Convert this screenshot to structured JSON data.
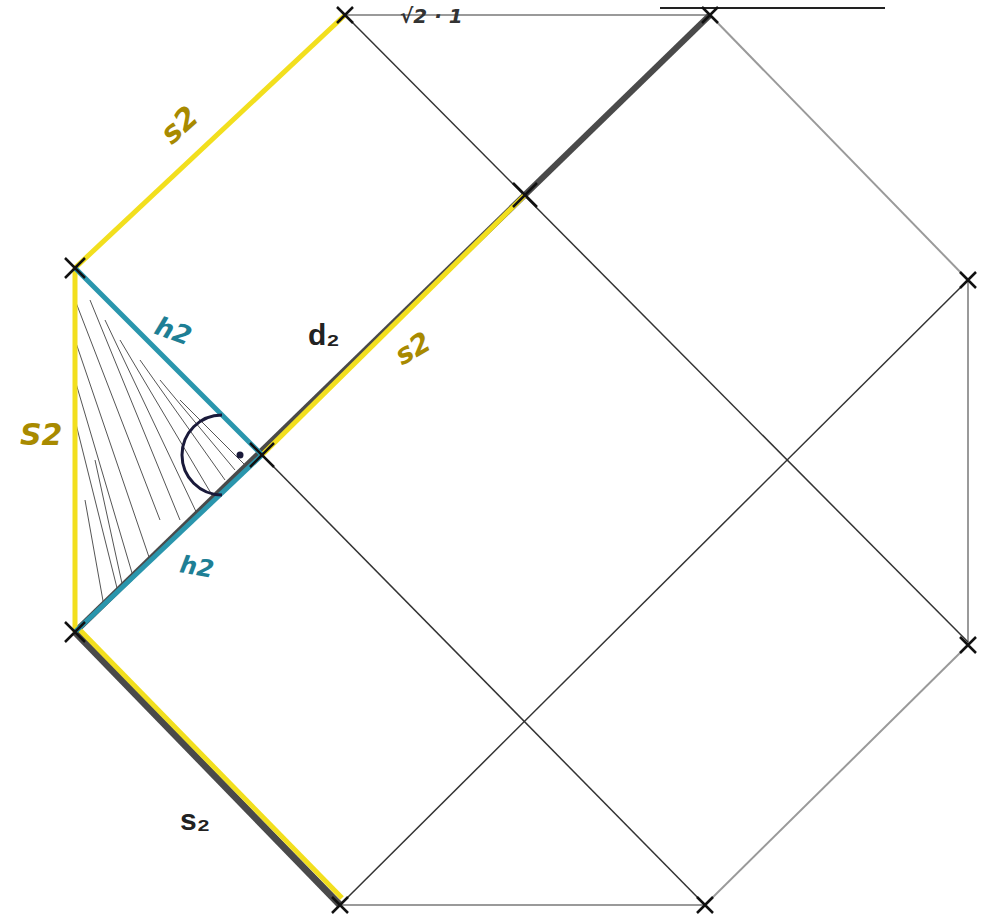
{
  "diagram": {
    "labels": [
      "√2 · 1",
      "s2",
      "h2",
      "d₂",
      "s2",
      "S2",
      "h2",
      "s₂"
    ]
  }
}
